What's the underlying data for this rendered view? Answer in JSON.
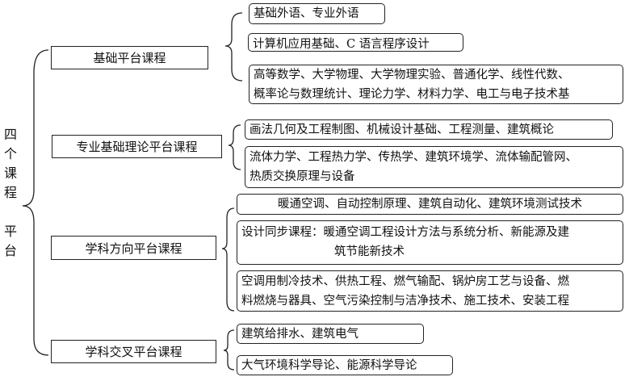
{
  "root": {
    "chars": [
      "四",
      "个",
      "课",
      "程",
      "",
      "平",
      "台"
    ]
  },
  "categories": [
    {
      "label": "基础平台课程",
      "courses": [
        "基础外语、专业外语",
        "计算机应用基础、C 语言程序设计",
        [
          "高等数学、大学物理、大学物理实验、普通化学、线性代数、",
          "概率论与数理统计、理论力学、材料力学、电工与电子技术基"
        ]
      ]
    },
    {
      "label": "专业基础理论平台课程",
      "courses": [
        "画法几何及工程制图、机械设计基础、工程测量、建筑概论",
        [
          "流体力学、工程热力学、传热学、建筑环境学、流体输配管网、",
          "热质交换原理与设备"
        ]
      ]
    },
    {
      "label": "学科方向平台课程",
      "courses": [
        "暖通空调、自动控制原理、建筑自动化、建筑环境测试技术",
        [
          "设计同步课程：暖通空调工程设计方法与系统分析、新能源及建",
          "筑节能新技术"
        ],
        [
          "空调用制冷技术、供热工程、燃气输配、锅炉房工艺与设备、燃",
          "料燃烧与器具、空气污染控制与洁净技术、施工技术、安装工程"
        ]
      ]
    },
    {
      "label": "学科交叉平台课程",
      "courses": [
        "建筑给排水、建筑电气",
        "大气环境科学导论、能源科学导论"
      ]
    }
  ]
}
